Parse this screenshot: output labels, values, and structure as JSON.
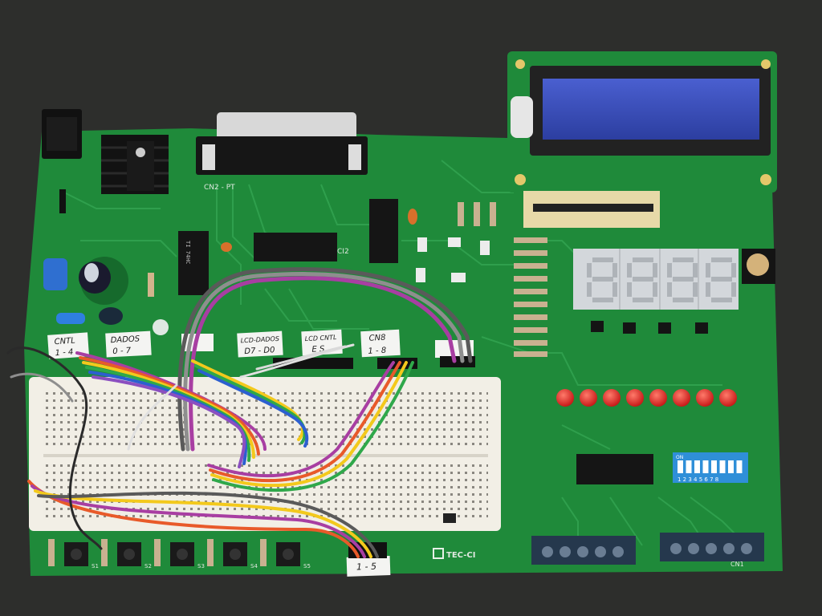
{
  "image": {
    "description_free": true
  },
  "labels": {
    "ctrl": [
      "CNTL",
      "1 - 4"
    ],
    "dados": [
      "DADOS",
      "0 - 7"
    ],
    "lcd_dados": [
      "LCD-DADOS",
      "D7 - D0"
    ],
    "lcd_ctrl": [
      "LCD CNTL",
      "E S"
    ],
    "cn8": [
      "CN8",
      "1 - 8"
    ],
    "bottom": "1 - 5",
    "logo": "TEC-CI",
    "cn2": "CN2 - PT",
    "cn1": "CN1",
    "dip_on": "ON",
    "dip_nums": "1 2 3 4 5 6 7 8",
    "buttons": [
      "S1",
      "S2",
      "S3",
      "S4",
      "S5"
    ]
  },
  "colors": {
    "pcb": "#1f8a3a",
    "pcb_dark": "#157030",
    "lcd_screen": "#3b4fb8",
    "led": "#e0201c",
    "segment": "#d9dcdf",
    "dip": "#2f8fd8",
    "terminal": "#26394f",
    "breadboard": "#f2efe6"
  },
  "seven_segment": {
    "digits": 4
  },
  "leds": {
    "count": 8
  },
  "dip_switch": {
    "positions": 8
  },
  "push_buttons": {
    "count": 5
  }
}
